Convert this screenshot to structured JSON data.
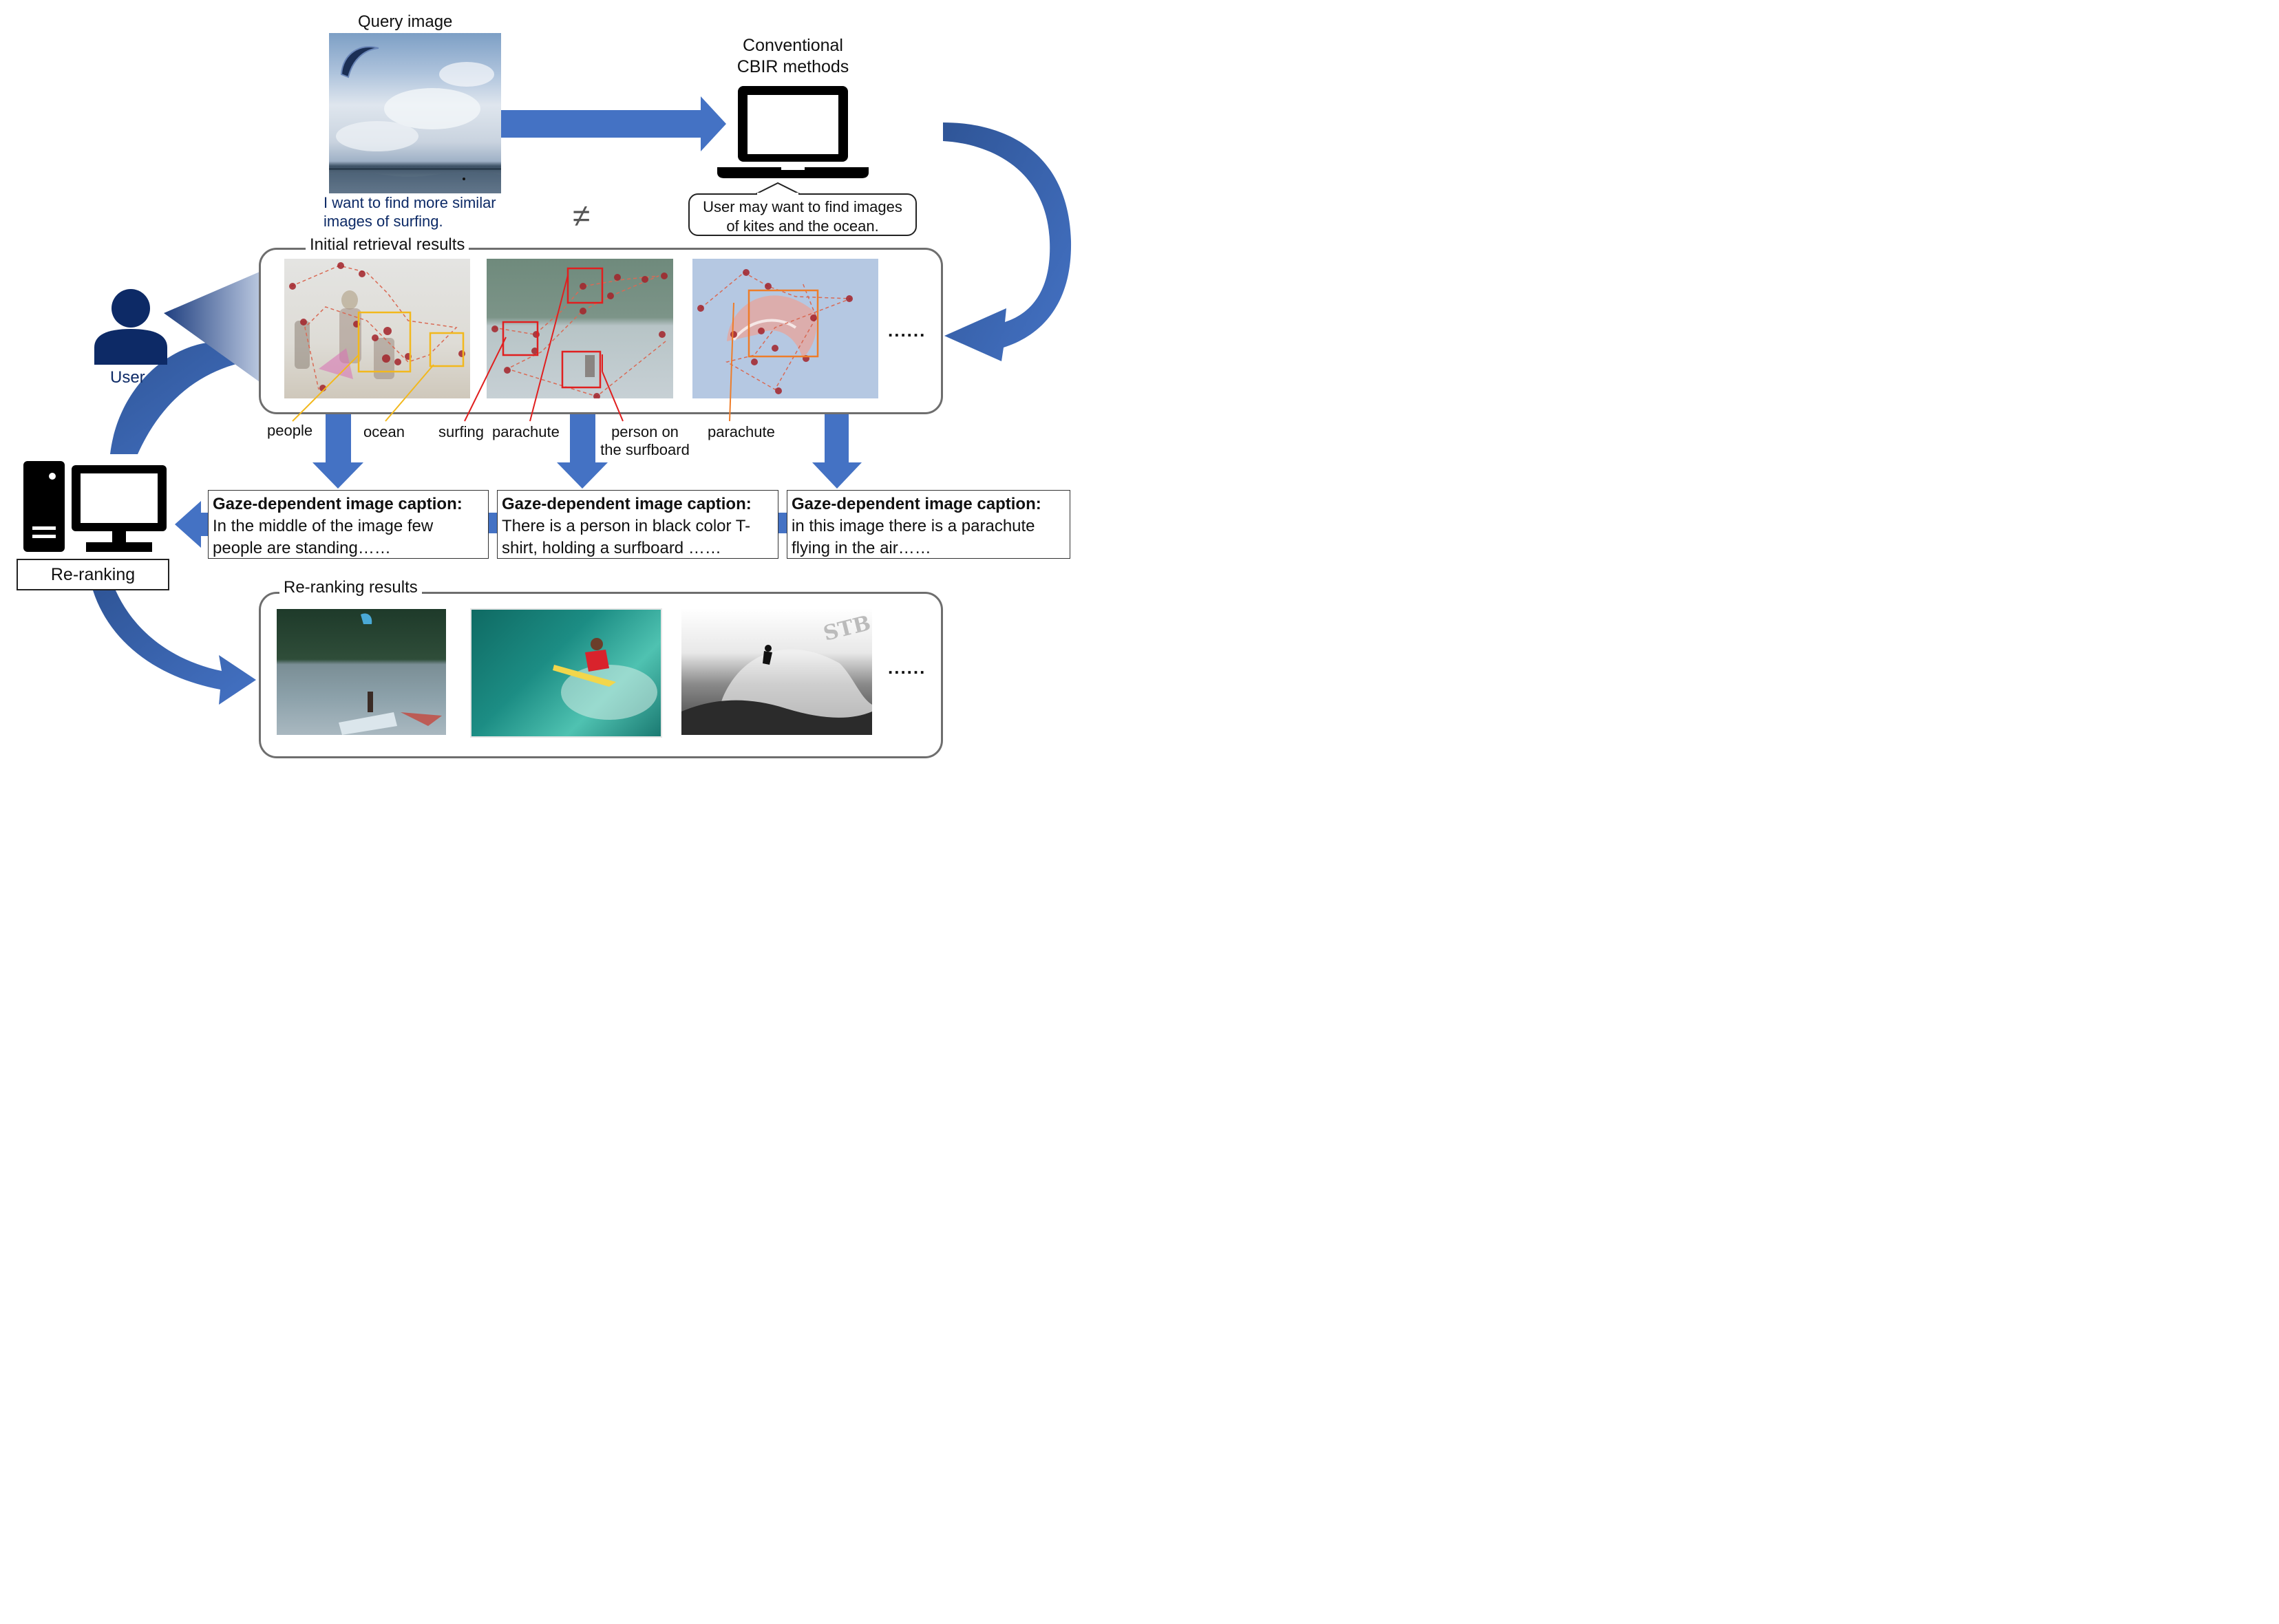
{
  "query": {
    "title": "Query image",
    "intent_line1": "I want to find more similar",
    "intent_line2": "images of surfing."
  },
  "cbir": {
    "title_line1": "Conventional",
    "title_line2": "CBIR methods",
    "bubble_line1": "User may want to find images",
    "bubble_line2": "of kites and the ocean."
  },
  "not_equal_symbol": "≠",
  "initial_results": {
    "title": "Initial retrieval results",
    "ellipsis": "......"
  },
  "user": {
    "label": "User"
  },
  "region_labels": {
    "people": "people",
    "ocean": "ocean",
    "surfing": "surfing",
    "parachute_1": "parachute",
    "person_line1": "person on",
    "person_line2": "the surfboard",
    "parachute_2": "parachute"
  },
  "captions": [
    {
      "heading": "Gaze-dependent image caption:",
      "line1": "In the middle of the image few",
      "line2": "people are standing……"
    },
    {
      "heading": "Gaze-dependent image caption:",
      "line1": "There is a person in black color T-",
      "line2": "shirt, holding a surfboard ……"
    },
    {
      "heading": "Gaze-dependent image caption:",
      "line1": "in this image there is a parachute",
      "line2": "flying in the air……"
    }
  ],
  "reranking": {
    "label": "Re-ranking"
  },
  "reranking_results": {
    "title": "Re-ranking results",
    "ellipsis": "......",
    "watermark": "STB"
  },
  "colors": {
    "arrow_blue": "#4472c4",
    "navy": "#0d2a66",
    "yellow_box": "#f2b81d",
    "red_box": "#e01f1f",
    "orange_box": "#ee7d2a",
    "gaze_dot": "#a3232a"
  }
}
